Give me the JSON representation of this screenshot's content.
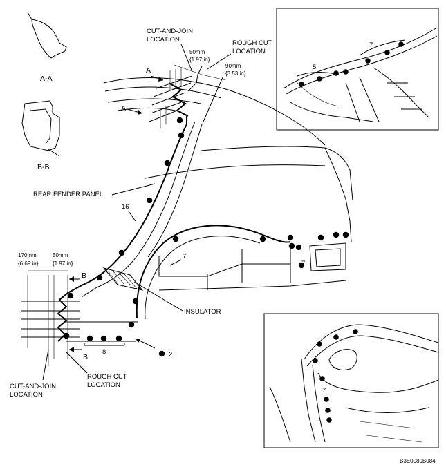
{
  "section_views": {
    "a_a": "A-A",
    "b_b": "B-B"
  },
  "callouts": {
    "cut_and_join_top": [
      "CUT-AND-JOIN",
      "LOCATION"
    ],
    "rough_cut_top": [
      "ROUGH CUT",
      "LOCATION"
    ],
    "cut_and_join_bottom": [
      "CUT-AND-JOIN",
      "LOCATION"
    ],
    "rough_cut_bottom": [
      "ROUGH CUT",
      "LOCATION"
    ],
    "rear_fender_panel": "REAR FENDER  PANEL",
    "insulator": "INSULATOR"
  },
  "dimensions": {
    "top_50mm": [
      "50mm",
      "{1.97 in}"
    ],
    "top_90mm": [
      "90mm",
      "{3.53 in}"
    ],
    "left_170mm": [
      "170mm",
      "{6.69 in}"
    ],
    "left_50mm": [
      "50mm",
      "{1.97 in}"
    ]
  },
  "section_markers": {
    "a_upper": "A",
    "a_lower": "A",
    "b_upper": "B",
    "b_lower": "B"
  },
  "spot_weld_counts": {
    "pillar": "16",
    "sill": "8",
    "wheelhouse": "7",
    "rear_lower": "7",
    "rear_point": "2",
    "inset_top_left": "5",
    "inset_top_right": "7",
    "inset_bottom": "7"
  },
  "figure_code": "B3E0980B084"
}
